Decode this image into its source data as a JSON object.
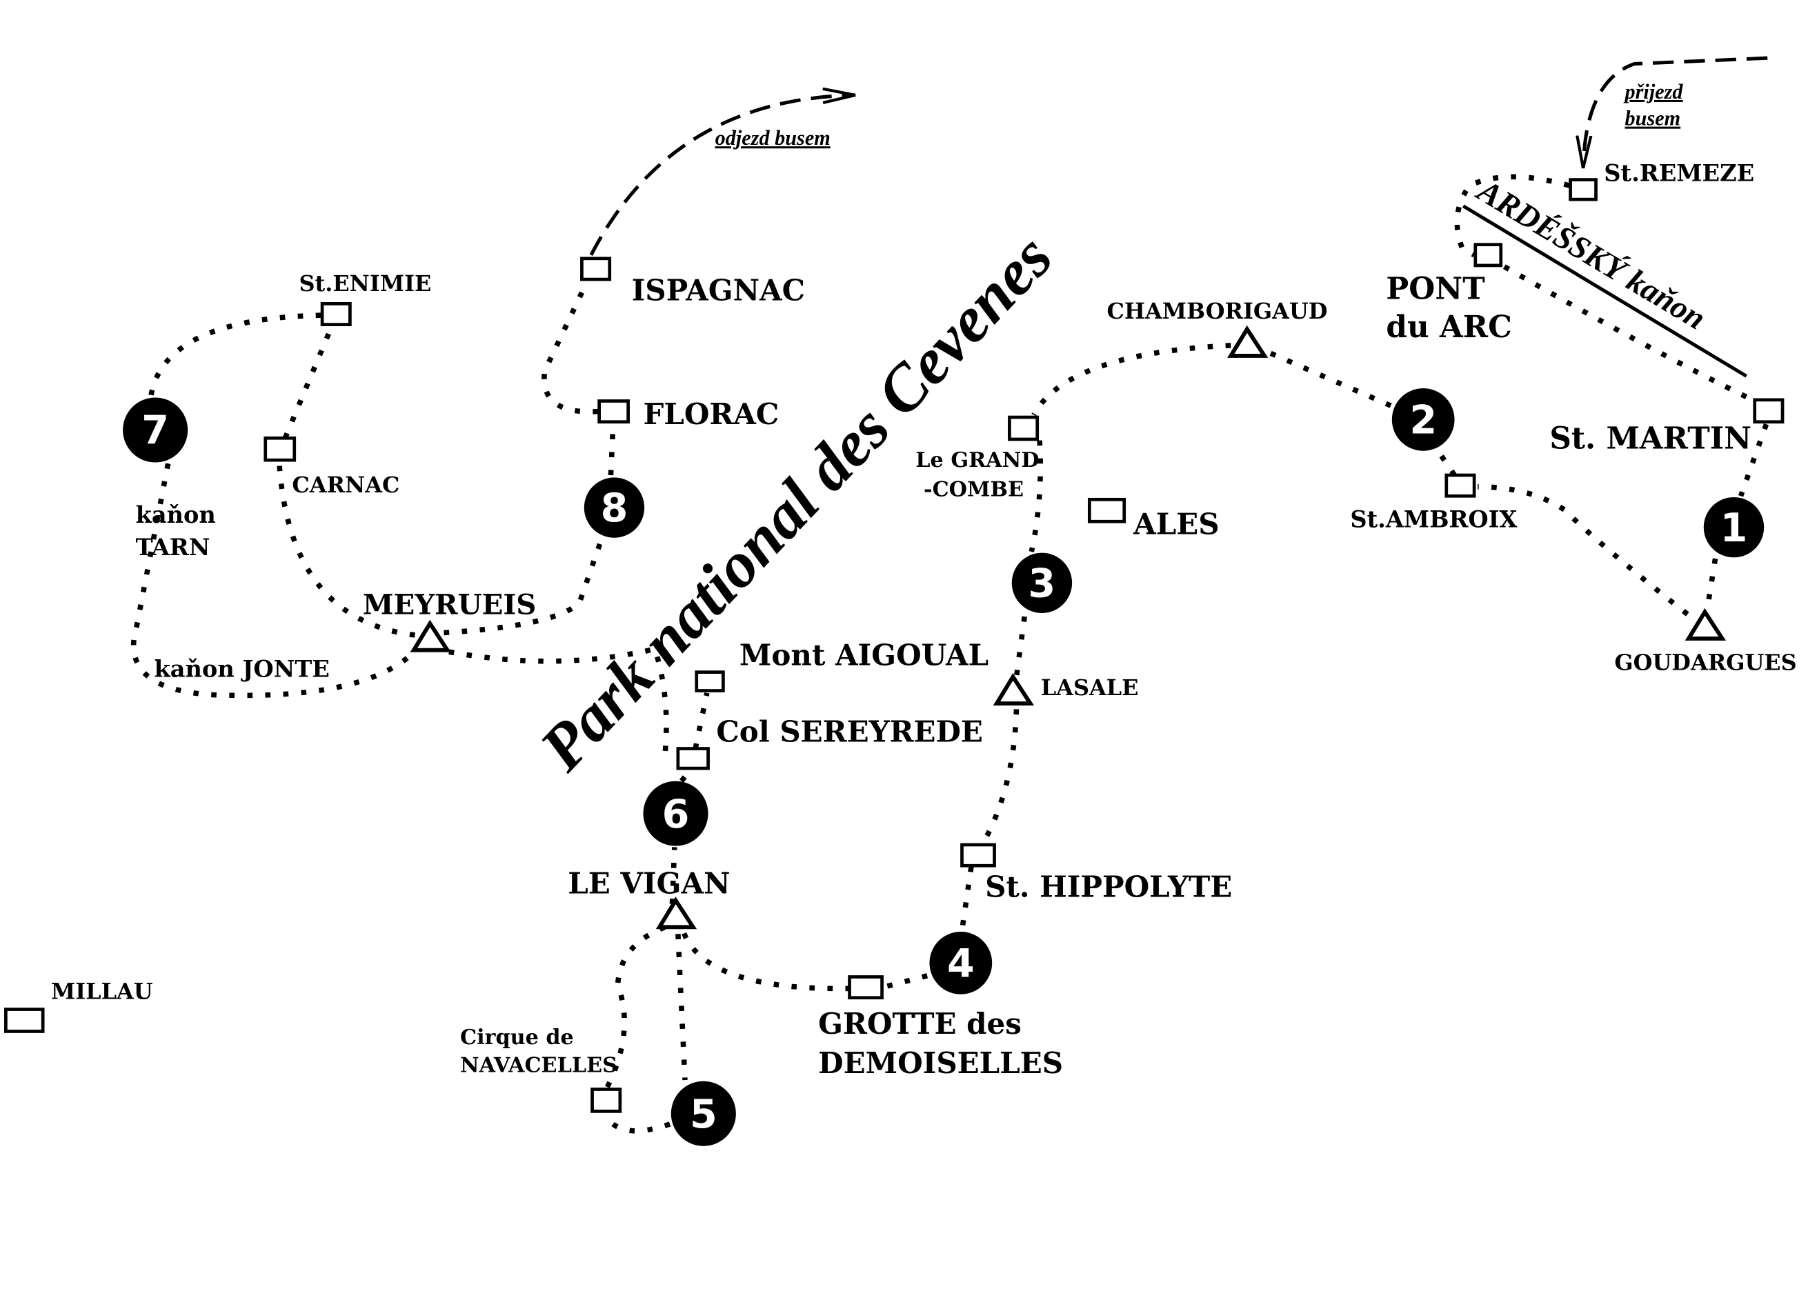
{
  "title": "Park national des Cevenes",
  "canyon_label": "ARDÉŠSKÝ kaňon",
  "departure": {
    "line1": "odjezd busem"
  },
  "arrival": {
    "line1": "přijezd",
    "line2": "busem"
  },
  "towns": {
    "st_remeze": "St.REMEZE",
    "pont_du_arc_1": "PONT",
    "pont_du_arc_2": "du ARC",
    "st_martin": "St. MARTIN",
    "st_ambroix": "St.AMBROIX",
    "goudargues": "GOUDARGUES",
    "chamborigaud": "CHAMBORIGAUD",
    "grand_combe_1": "Le GRAND",
    "grand_combe_2": "-COMBE",
    "ales": "ALES",
    "lasale": "LASALE",
    "st_hippolyte": "St. HIPPOLYTE",
    "grotte_1": "GROTTE des",
    "grotte_2": "DEMOISELLES",
    "le_vigan": "LE VIGAN",
    "cirque_1": "Cirque de",
    "cirque_2": "NAVACELLES",
    "col_sereyrede": "Col SEREYREDE",
    "mont_aigoual": "Mont AIGOUAL",
    "meyrueis": "MEYRUEIS",
    "florac": "FLORAC",
    "ispagnac": "ISPAGNAC",
    "st_enimie": "St.ENIMIE",
    "carnac": "CARNAC",
    "kanon_tarn_1": "kaňon",
    "kanon_tarn_2": "TARN",
    "kanon_jonte": "kaňon JONTE",
    "millau": "MILLAU"
  },
  "stages": [
    "1",
    "2",
    "3",
    "4",
    "5",
    "6",
    "7",
    "8"
  ]
}
